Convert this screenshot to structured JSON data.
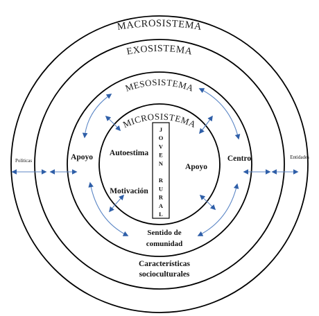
{
  "colors": {
    "ring_stroke": "#000000",
    "arrow_color": "#5b86c5",
    "text_color": "#111111"
  },
  "levels": {
    "macro": "MACROSISTEMA",
    "exo": "EXOSISTEMA",
    "meso": "MESOSISTEMA",
    "micro": "MICROSISTEMA"
  },
  "center_box": {
    "letters": [
      "J",
      "O",
      "V",
      "E",
      "N",
      "",
      "R",
      "U",
      "R",
      "A",
      "L"
    ]
  },
  "labels": {
    "autoestima": "Autoestima",
    "motivacion": "Motivación",
    "apoyo_left": "Apoyo",
    "apoyo_right": "Apoyo",
    "centro": "Centro",
    "sentido_line1": "Sentido de",
    "sentido_line2": "comunidad",
    "caract_line1": "Características",
    "caract_line2": "socioculturales",
    "politicas": "Políticas",
    "entidades": "Entidades"
  }
}
